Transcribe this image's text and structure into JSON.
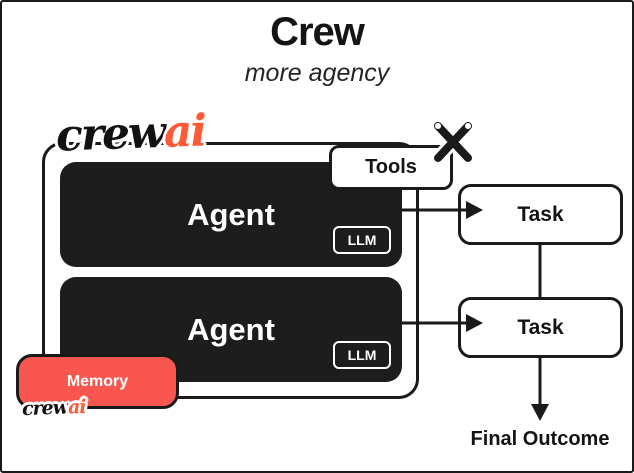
{
  "header": {
    "title": "Crew",
    "subtitle": "more agency"
  },
  "logo": {
    "crew": "crew",
    "ai": "ai"
  },
  "tools": {
    "label": "Tools"
  },
  "agents": [
    {
      "label": "Agent",
      "llm_label": "LLM"
    },
    {
      "label": "Agent",
      "llm_label": "LLM"
    }
  ],
  "tasks": [
    {
      "label": "Task"
    },
    {
      "label": "Task"
    }
  ],
  "memory": {
    "label": "Memory"
  },
  "footer": {
    "final_outcome": "Final Outcome"
  },
  "colors": {
    "accent_red": "#f9564f",
    "logo_ai_orange": "#ff5a36",
    "box_black": "#1d1d1e",
    "line_black": "#1a1a1a"
  }
}
